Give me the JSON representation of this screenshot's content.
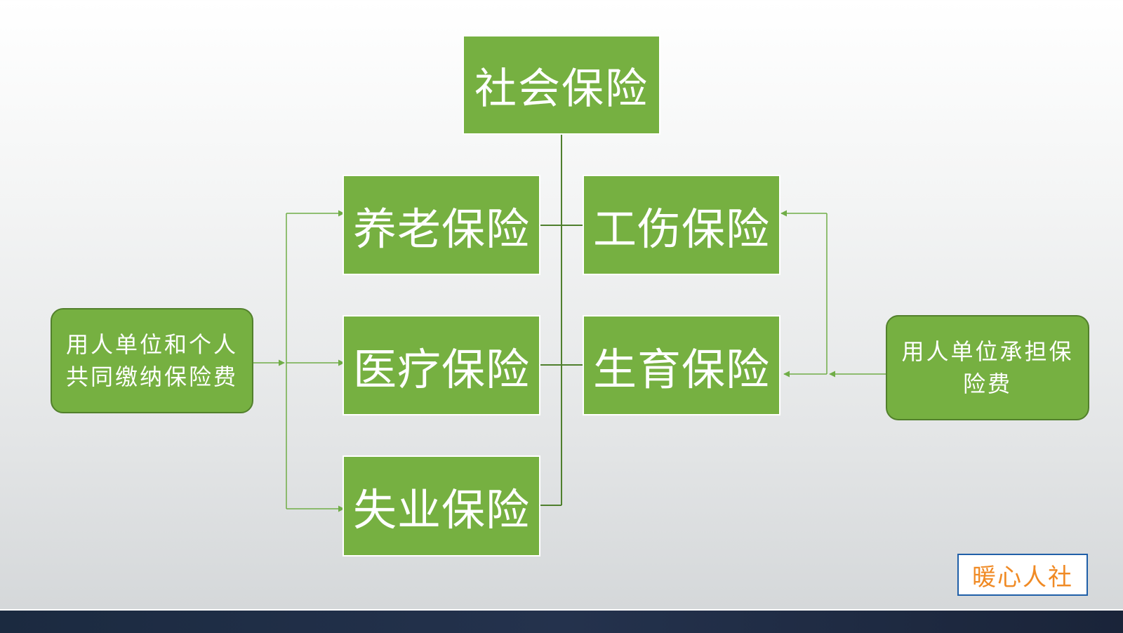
{
  "root": {
    "label": "社会保险"
  },
  "insurances": {
    "pension": "养老保险",
    "medical": "医疗保险",
    "unemployment": "失业保险",
    "injury": "工伤保险",
    "maternity": "生育保险"
  },
  "left_note": {
    "label": "用人单位和个人共同缴纳保险费"
  },
  "right_note": {
    "label": "用人单位承担保险费"
  },
  "brand": {
    "logo_text": "暖心人社"
  },
  "colors": {
    "box_green": "#76b041",
    "line_green": "#4f7f2d",
    "arrow_green": "#70ad47",
    "logo_text": "#f08a24",
    "logo_border": "#1f5fa8",
    "bottom_bar": "#1b2a40"
  }
}
